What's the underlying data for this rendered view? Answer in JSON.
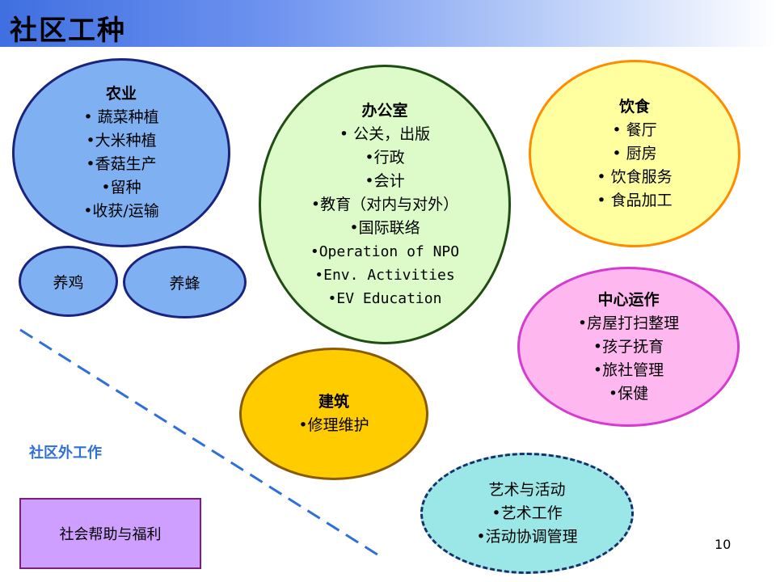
{
  "title": "社区工种",
  "agriculture": {
    "heading": "农业",
    "items": [
      "•  蔬菜种植",
      "•大米种植",
      "•香菇生产",
      "•留种",
      "•收获/运输"
    ]
  },
  "chicken": "养鸡",
  "bee": "养蜂",
  "office": {
    "heading": "办公室",
    "items": [
      "•  公关，出版",
      "•行政",
      "•会计",
      "•教育（对内与对外）",
      "•国际联络",
      "•Operation of NPO",
      "•Env. Activities",
      "•EV Education"
    ]
  },
  "food": {
    "heading": "饮食",
    "items": [
      "•  餐厅",
      "•  厨房",
      "•  饮食服务",
      "•  食品加工"
    ]
  },
  "center": {
    "heading": "中心运作",
    "items": [
      "•房屋打扫整理",
      "•孩子抚育",
      "•旅社管理",
      "•保健"
    ]
  },
  "construction": {
    "heading": "建筑",
    "items": [
      "•修理维护"
    ]
  },
  "arts": {
    "heading": "艺术与活动",
    "items": [
      "•艺术工作",
      "•活动协调管理"
    ]
  },
  "outside_label": "社区外工作",
  "welfare": "社会帮助与福利",
  "page_number": "10",
  "colors": {
    "header_gradient_start": "#3f6fe0",
    "agriculture_fill": "#7fb1f2",
    "agriculture_border": "#1a237e",
    "office_fill": "#dcfbc9",
    "office_border": "#1f4d12",
    "food_fill": "#ffff9f",
    "food_border": "#ff8c00",
    "center_fill": "#ffb7f0",
    "center_border": "#d63bd0",
    "construction_fill": "#ffcc00",
    "construction_border": "#8a5a00",
    "arts_fill": "#9be7e7",
    "arts_border": "#1a2f6a",
    "welfare_fill": "#cf9fff",
    "welfare_border": "#7b1f7b",
    "dashed_line": "#2f6fd8"
  }
}
